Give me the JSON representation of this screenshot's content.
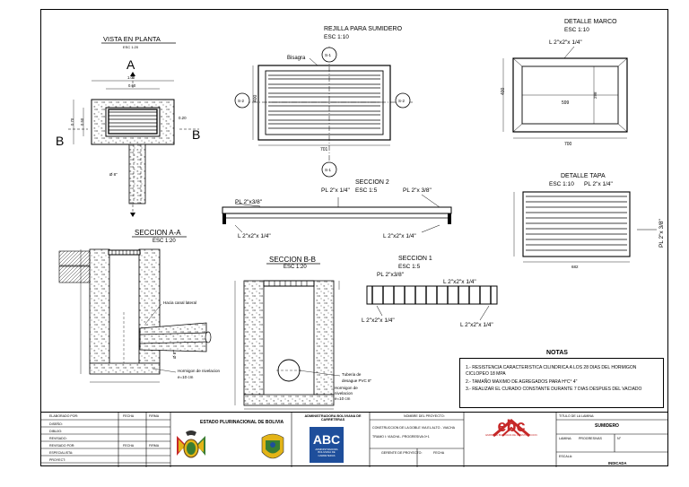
{
  "drawing": {
    "plan": {
      "title": "VISTA EN PLANTA",
      "scale": "ESC 1:20",
      "section_a": "A",
      "section_b": "B",
      "dims": [
        "1.00",
        "0.60",
        "0.70",
        "0.50",
        "0.20",
        "0.20",
        "Ø 8\""
      ]
    },
    "grate": {
      "title": "REJILLA PARA SUMIDERO",
      "scale": "ESC 1:10",
      "hinge": "Bisagra",
      "tags": [
        "S-1",
        "S-2",
        "S-2",
        "S-1"
      ],
      "width": "701",
      "height": "400"
    },
    "frame": {
      "title": "DETALLE MARCO",
      "scale": "ESC 1:10",
      "profile": "L 2\"x2\"x 1/4\"",
      "width": "700",
      "height": "400",
      "inner_w": "599",
      "inner_h": "298"
    },
    "lid": {
      "title": "DETALLE TAPA",
      "scale": "ESC 1:10",
      "profile": "PL 2\"x 1/4\"",
      "side": "PL 2\"x 3/8\"",
      "width": "682"
    },
    "section2": {
      "title": "SECCION 2",
      "scale": "ESC 1:5",
      "left_top": "PL 2\"x 1/4\"",
      "right_top": "PL 2\"x 3/8\"",
      "left_top2": "PL 2\"x3/8\"",
      "bottom_left": "L 2\"x2\"x 1/4\"",
      "bottom_right": "L 2\"x2\"x 1/4\""
    },
    "section1": {
      "title": "SECCION 1",
      "scale": "ESC 1:5",
      "top_left": "PL 2\"x3/8\"",
      "top_right": "L 2\"x2\"x 1/4\"",
      "bottom_left": "L 2\"x2\"x 1/4\"",
      "bottom_right": "L 2\"x2\"x 1/4\""
    },
    "section_aa": {
      "title": "SECCION A-A",
      "scale": "ESC 1:20",
      "pipe_label": "Hacia canal lateral",
      "base_label_1": "Hormigon de nivelacion",
      "base_label_2": "e=10 cm",
      "pipe_dia": "Ø 8\""
    },
    "section_bb": {
      "title": "SECCION B-B",
      "scale": "ESC 1:20",
      "pipe_label_1": "Tuberia de",
      "pipe_label_2": "desague PVC 8\"",
      "base_label_1": "Hormigon de",
      "base_label_2": "nivelacion",
      "base_label_3": "e=10 cm"
    }
  },
  "notes": {
    "title": "NOTAS",
    "lines": [
      "1.- RESISTENCIA CARACTERISTICA CILINDRICA A LOS 28 DIAS DEL HORMIGON",
      "CICLOPEO 18 MPA",
      "2.- TAMAÑO MAXIMO DE AGREGADOS PARA H°C° 4\"",
      "3.- REALIZAR EL CURADO CONSTANTE DURANTE 7 DIAS DESPUES DEL VACIADO"
    ]
  },
  "title_block": {
    "rows": [
      "ELABORADO POR:",
      "DISEÑO:",
      "DIBUJO:",
      "REVISADO:",
      "REVISADO POR:",
      "ESPECIALISTA:",
      "PROYECT:"
    ],
    "fecha": "FECHA",
    "firma": "FIRMA",
    "entity": "ESTADO PLURINACIONAL DE BOLIVIA",
    "abc_name": "ADMINISTRADORA BOLIVIANA DE CARRETERAS",
    "abc_logo": "ABC",
    "abc_logo_sub": "ADMINISTRADORA BOLIVIANA DE CARRETERAS",
    "project_header": "NOMBRE DEL PROYECTO:",
    "project_name": "CONSTRUCCION DE LA DOBLE VIA EL ALTO - VIACHA",
    "project_stretch": "TRAMO I: VIACHA - PROGRESIVA 0+1",
    "manager": "GERENTE DE PROYECTO:",
    "fecha2": "FECHA",
    "ebc_logo": "ebc",
    "ebc_sub": "EMPRESA BOLIVIANA DE CONSTRUCCION",
    "sheet_title_label": "TITULO DE LA LAMINA:",
    "sheet_title": "SUMIDERO",
    "lamina": "LAMINA:",
    "progressive": "PROGRESIVAS",
    "num": "N°",
    "escala": "ESCALA:",
    "escala_val": "INDICADA"
  },
  "colors": {
    "ebc_red": "#c62828",
    "abc_blue": "#1e4e9b",
    "shield_green": "#3a7d32",
    "shield_yellow": "#e3b417"
  }
}
